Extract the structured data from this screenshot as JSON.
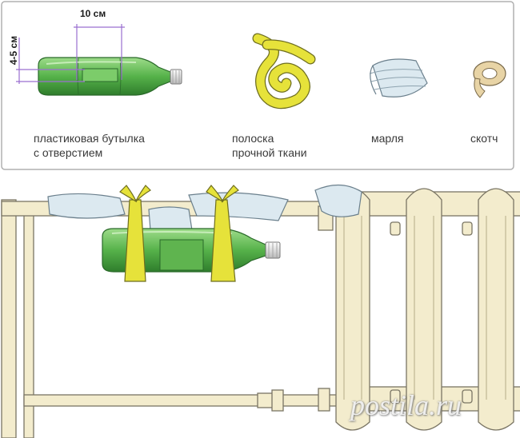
{
  "materials": {
    "bottle_label_line1": "пластиковая бутылка",
    "bottle_label_line2": "с отверстием",
    "strip_label_line1": "полоска",
    "strip_label_line2": "прочной ткани",
    "gauze_label": "марля",
    "tape_label": "скотч"
  },
  "dimensions": {
    "width_label": "10 см",
    "height_label": "4-5 см"
  },
  "watermark": "postila.ru",
  "colors": {
    "bottle_green": "#56b24a",
    "strip_yellow": "#e6e23a",
    "pipe_cream": "#f3eccd",
    "gauze_blue": "#dce9f0",
    "dimension_purple": "#9a6fd0",
    "frame_gray": "#b0b0b0"
  }
}
